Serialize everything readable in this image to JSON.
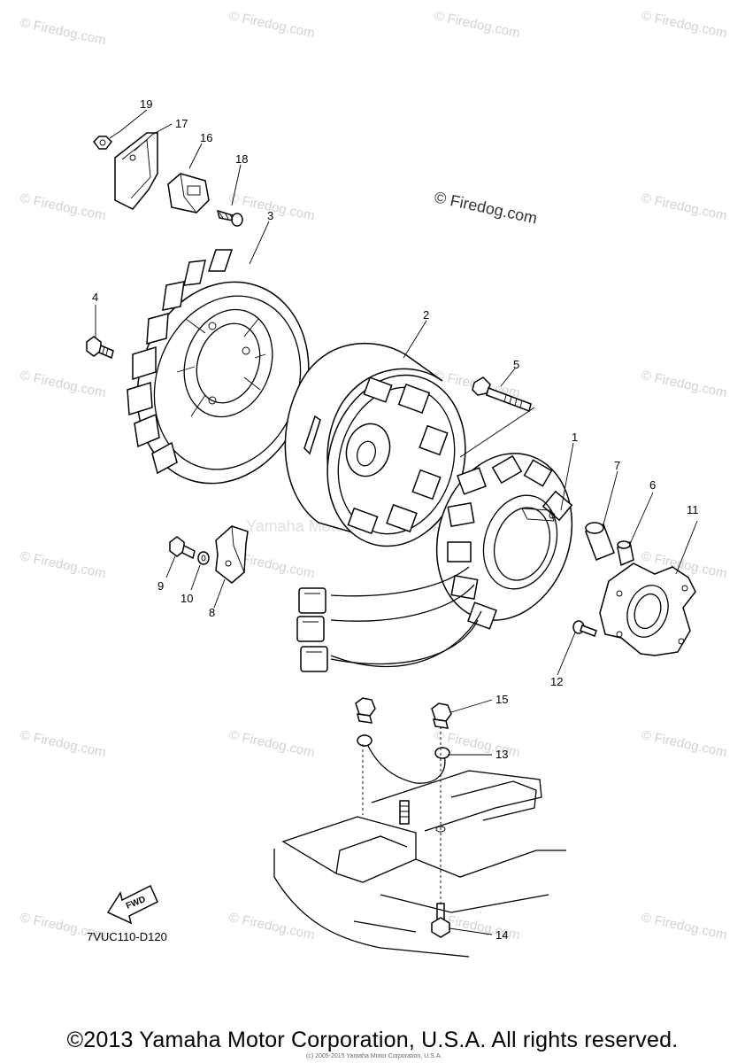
{
  "watermark_text": "© Firedog.com",
  "center_watermark_text": "© Firedog.com",
  "center_credit": "Yamaha Motor Corp., U.S.A.",
  "diagram_code": "7VUC110-D120",
  "fwd_label": "FWD",
  "callouts": [
    {
      "id": "1",
      "label": "1"
    },
    {
      "id": "2",
      "label": "2"
    },
    {
      "id": "3",
      "label": "3"
    },
    {
      "id": "4",
      "label": "4"
    },
    {
      "id": "5",
      "label": "5"
    },
    {
      "id": "6",
      "label": "6"
    },
    {
      "id": "7",
      "label": "7"
    },
    {
      "id": "8",
      "label": "8"
    },
    {
      "id": "9",
      "label": "9"
    },
    {
      "id": "10",
      "label": "10"
    },
    {
      "id": "11",
      "label": "11"
    },
    {
      "id": "12",
      "label": "12"
    },
    {
      "id": "13",
      "label": "13"
    },
    {
      "id": "14",
      "label": "14"
    },
    {
      "id": "15",
      "label": "15"
    },
    {
      "id": "16",
      "label": "16"
    },
    {
      "id": "17",
      "label": "17"
    },
    {
      "id": "18",
      "label": "18"
    },
    {
      "id": "19",
      "label": "19"
    }
  ],
  "copyright": "©2013 Yamaha Motor Corporation, U.S.A. All rights reserved.",
  "tiny_credit": "(c) 2005-2015 Yamaha Motor Corporation, U.S.A."
}
